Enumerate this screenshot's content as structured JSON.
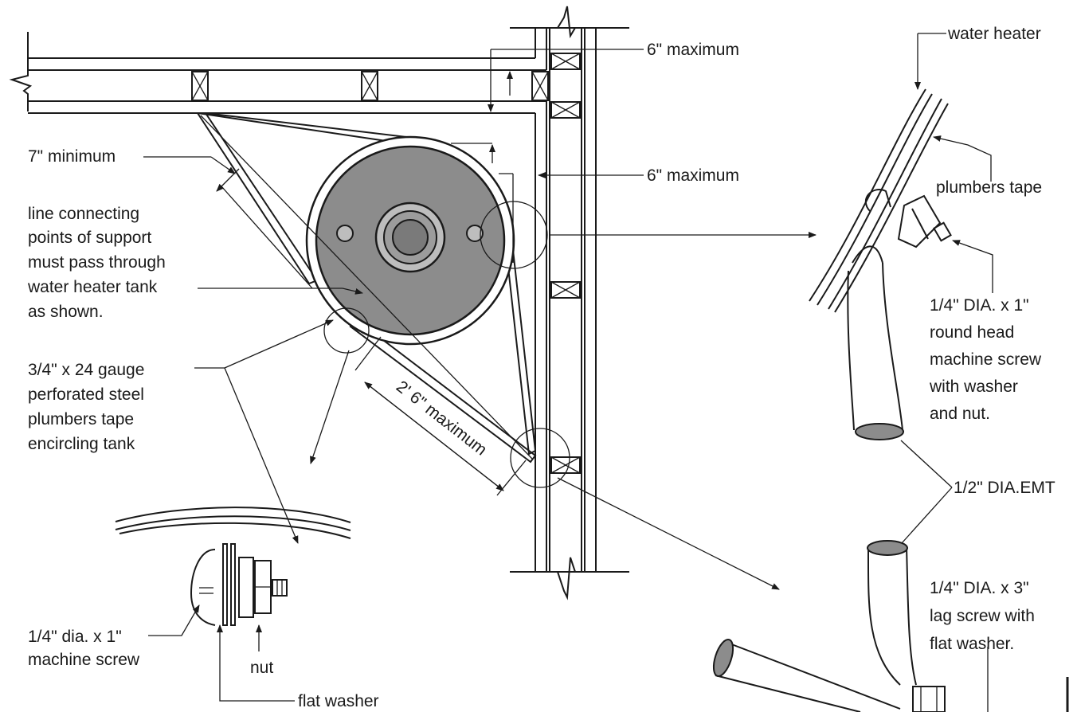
{
  "labels": {
    "seven_minimum": "7\" minimum",
    "six_maximum_top": "6\" maximum",
    "six_maximum_wall": "6\" maximum",
    "support_line_note": [
      "line connecting",
      "points of support",
      "must pass through",
      "water heater tank",
      "as shown."
    ],
    "strap_note": [
      "3/4\" x 24 gauge",
      "perforated steel",
      "plumbers tape",
      "encircling tank"
    ],
    "two_six_maximum": "2' 6\" maximum",
    "water_heater": "water heater",
    "plumbers_tape": "plumbers tape",
    "machine_screw_detail": [
      "1/4\" DIA. x 1\"",
      "round head",
      "machine screw",
      "with washer",
      "and nut."
    ],
    "emt": "1/2\" DIA.EMT",
    "lag_screw_detail": [
      "1/4\" DIA. x 3\"",
      "lag screw with",
      "flat washer."
    ],
    "machine_screw_small": [
      "1/4\" dia. x 1\"",
      "machine screw"
    ],
    "nut": "nut",
    "flat_washer": "flat washer"
  }
}
